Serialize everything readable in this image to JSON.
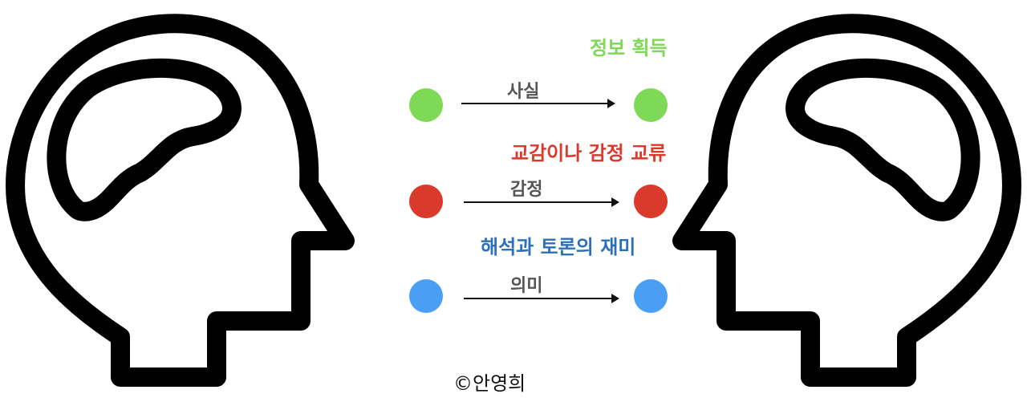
{
  "colors": {
    "fact": "#7ed957",
    "emotion": "#d93a2b",
    "meaning": "#4a9ff5",
    "outline": "#000000"
  },
  "icons": {
    "left": "head-with-brain-facing-right",
    "right": "head-with-brain-facing-left"
  },
  "exchanges": [
    {
      "key": "fact",
      "title": "정보 획득",
      "label": "사실"
    },
    {
      "key": "emotion",
      "title": "교감이나 감정 교류",
      "label": "감정"
    },
    {
      "key": "meaning",
      "title": "해석과 토론의 재미",
      "label": "의미"
    }
  ],
  "credit": "©안영희"
}
